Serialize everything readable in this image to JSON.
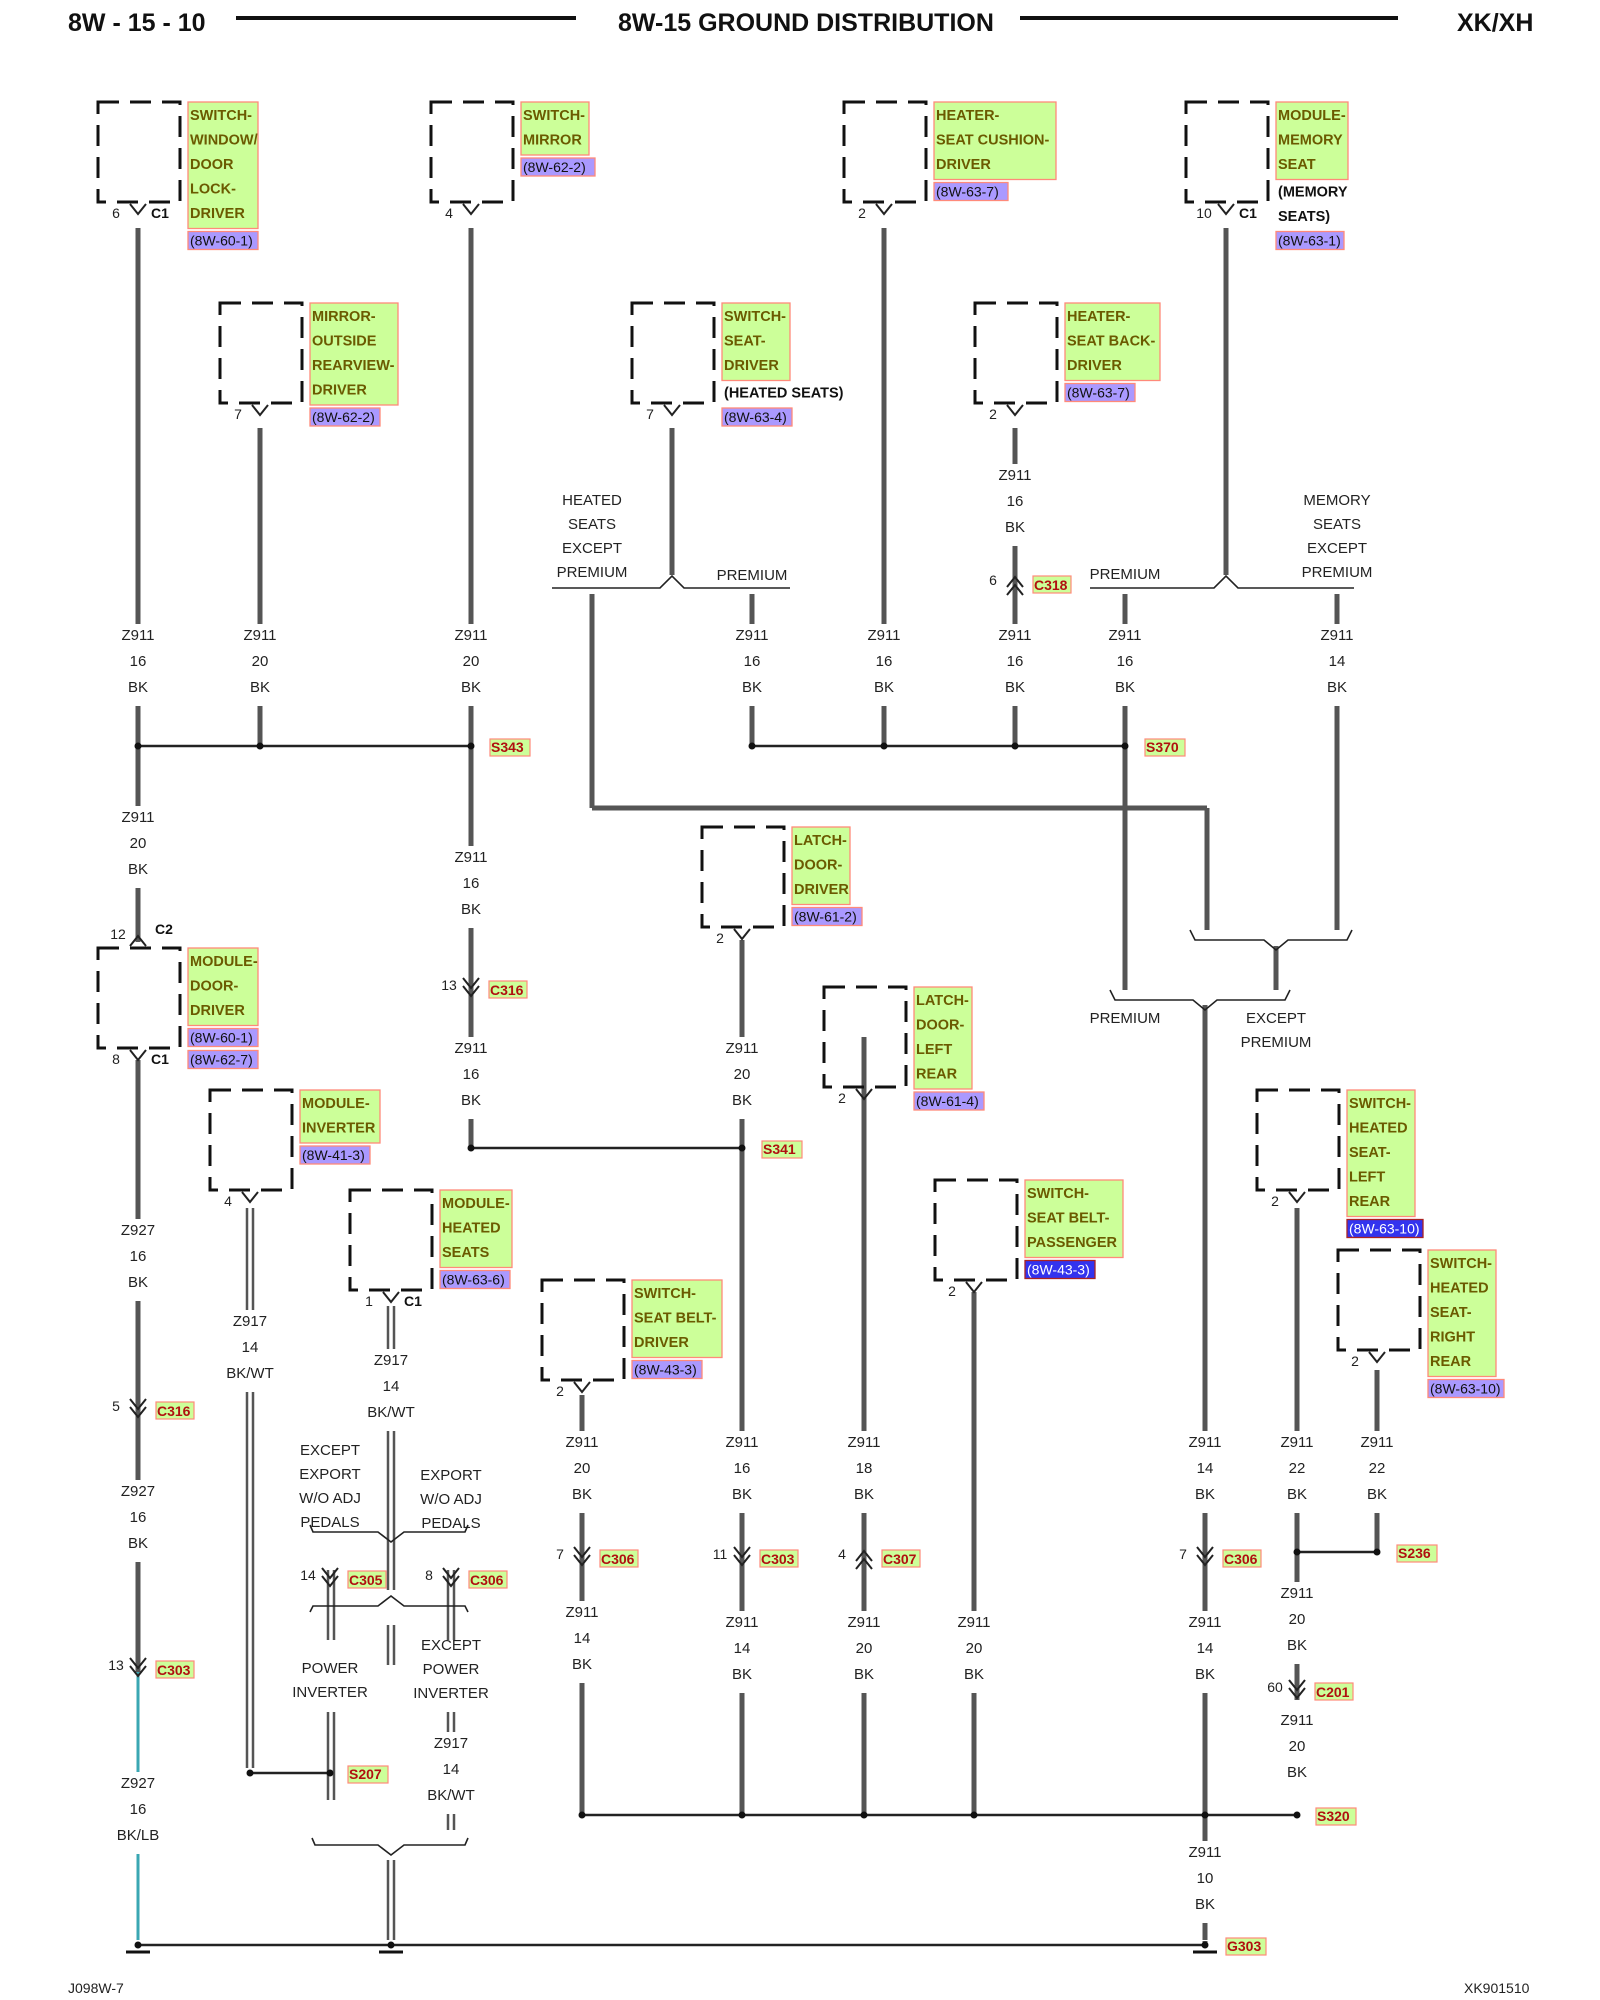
{
  "header": {
    "page_code": "8W - 15 - 10",
    "title": "8W-15 GROUND DISTRIBUTION",
    "model": "XK/XH"
  },
  "footer": {
    "left": "J098W-7",
    "right": "XK901510"
  },
  "components": [
    {
      "name": "switch-window-door-lock-driver",
      "lines": [
        "SWITCH-",
        "WINDOW/",
        "DOOR",
        "LOCK-",
        "DRIVER"
      ],
      "refs": [
        "(8W-60-1)"
      ],
      "pin": "6",
      "conn": "C1"
    },
    {
      "name": "switch-mirror",
      "lines": [
        "SWITCH-",
        "MIRROR"
      ],
      "refs": [
        "(8W-62-2)"
      ],
      "pin": "4"
    },
    {
      "name": "heater-seat-cushion-driver",
      "lines": [
        "HEATER-",
        "SEAT CUSHION-",
        "DRIVER"
      ],
      "refs": [
        "(8W-63-7)"
      ],
      "pin": "2"
    },
    {
      "name": "module-memory-seat",
      "lines": [
        "MODULE-",
        "MEMORY",
        "SEAT"
      ],
      "note": [
        "(MEMORY",
        "SEATS)"
      ],
      "refs": [
        "(8W-63-1)"
      ],
      "pin": "10",
      "conn": "C1"
    },
    {
      "name": "mirror-outside-rearview-driver",
      "lines": [
        "MIRROR-",
        "OUTSIDE",
        "REARVIEW-",
        "DRIVER"
      ],
      "refs": [
        "(8W-62-2)"
      ],
      "pin": "7"
    },
    {
      "name": "switch-seat-driver",
      "lines": [
        "SWITCH-",
        "SEAT-",
        "DRIVER"
      ],
      "note": [
        "(HEATED SEATS)"
      ],
      "refs": [
        "(8W-63-4)"
      ],
      "pin": "7"
    },
    {
      "name": "heater-seat-back-driver",
      "lines": [
        "HEATER-",
        "SEAT BACK-",
        "DRIVER"
      ],
      "refs": [
        "(8W-63-7)"
      ],
      "pin": "2"
    },
    {
      "name": "latch-door-driver",
      "lines": [
        "LATCH-",
        "DOOR-",
        "DRIVER"
      ],
      "refs": [
        "(8W-61-2)"
      ],
      "pin": "2"
    },
    {
      "name": "module-door-driver",
      "lines": [
        "MODULE-",
        "DOOR-",
        "DRIVER"
      ],
      "refs": [
        "(8W-60-1)",
        "(8W-62-7)"
      ],
      "pin_top": "12",
      "conn_top": "C2",
      "pin": "8",
      "conn": "C1"
    },
    {
      "name": "latch-door-left-rear",
      "lines": [
        "LATCH-",
        "DOOR-",
        "LEFT",
        "REAR"
      ],
      "refs": [
        "(8W-61-4)"
      ],
      "pin": "2"
    },
    {
      "name": "module-inverter",
      "lines": [
        "MODULE-",
        "INVERTER"
      ],
      "refs": [
        "(8W-41-3)"
      ],
      "pin": "4"
    },
    {
      "name": "switch-heated-seat-left-rear",
      "lines": [
        "SWITCH-",
        "HEATED",
        "SEAT-",
        "LEFT",
        "REAR"
      ],
      "refs": [
        "(8W-63-10)"
      ],
      "pin": "2"
    },
    {
      "name": "module-heated-seats",
      "lines": [
        "MODULE-",
        "HEATED",
        "SEATS"
      ],
      "refs": [
        "(8W-63-6)"
      ],
      "pin": "1",
      "conn": "C1"
    },
    {
      "name": "switch-seat-belt-passenger",
      "lines": [
        "SWITCH-",
        "SEAT BELT-",
        "PASSENGER"
      ],
      "refs": [
        "(8W-43-3)"
      ],
      "pin": "2"
    },
    {
      "name": "switch-heated-seat-right-rear",
      "lines": [
        "SWITCH-",
        "HEATED",
        "SEAT-",
        "RIGHT",
        "REAR"
      ],
      "refs": [
        "(8W-63-10)"
      ],
      "pin": "2"
    },
    {
      "name": "switch-seat-belt-driver",
      "lines": [
        "SWITCH-",
        "SEAT BELT-",
        "DRIVER"
      ],
      "refs": [
        "(8W-43-3)"
      ],
      "pin": "2"
    }
  ],
  "wires": [
    {
      "lines": [
        "Z911",
        "16",
        "BK"
      ]
    },
    {
      "lines": [
        "Z911",
        "20",
        "BK"
      ]
    },
    {
      "lines": [
        "Z911",
        "20",
        "BK"
      ]
    },
    {
      "lines": [
        "Z911",
        "16",
        "BK"
      ]
    },
    {
      "lines": [
        "Z911",
        "16",
        "BK"
      ]
    },
    {
      "lines": [
        "Z911",
        "16",
        "BK"
      ]
    },
    {
      "lines": [
        "Z911",
        "16",
        "BK"
      ]
    },
    {
      "lines": [
        "Z911",
        "16",
        "BK"
      ]
    },
    {
      "lines": [
        "Z911",
        "14",
        "BK"
      ]
    },
    {
      "lines": [
        "Z911",
        "20",
        "BK"
      ]
    },
    {
      "lines": [
        "Z911",
        "16",
        "BK"
      ]
    },
    {
      "lines": [
        "Z911",
        "16",
        "BK"
      ]
    },
    {
      "lines": [
        "Z911",
        "20",
        "BK"
      ]
    },
    {
      "lines": [
        "Z927",
        "16",
        "BK"
      ]
    },
    {
      "lines": [
        "Z917",
        "14",
        "BK/WT"
      ]
    },
    {
      "lines": [
        "Z917",
        "14",
        "BK/WT"
      ]
    },
    {
      "lines": [
        "Z927",
        "16",
        "BK"
      ]
    },
    {
      "lines": [
        "Z927",
        "16",
        "BK/LB"
      ]
    },
    {
      "lines": [
        "Z917",
        "14",
        "BK/WT"
      ]
    },
    {
      "lines": [
        "Z911",
        "20",
        "BK"
      ]
    },
    {
      "lines": [
        "Z911",
        "14",
        "BK"
      ]
    },
    {
      "lines": [
        "Z911",
        "16",
        "BK"
      ]
    },
    {
      "lines": [
        "Z911",
        "14",
        "BK"
      ]
    },
    {
      "lines": [
        "Z911",
        "18",
        "BK"
      ]
    },
    {
      "lines": [
        "Z911",
        "20",
        "BK"
      ]
    },
    {
      "lines": [
        "Z911",
        "20",
        "BK"
      ]
    },
    {
      "lines": [
        "Z911",
        "14",
        "BK"
      ]
    },
    {
      "lines": [
        "Z911",
        "14",
        "BK"
      ]
    },
    {
      "lines": [
        "Z911",
        "22",
        "BK"
      ]
    },
    {
      "lines": [
        "Z911",
        "22",
        "BK"
      ]
    },
    {
      "lines": [
        "Z911",
        "20",
        "BK"
      ]
    },
    {
      "lines": [
        "Z911",
        "20",
        "BK"
      ]
    },
    {
      "lines": [
        "Z911",
        "10",
        "BK"
      ]
    }
  ],
  "conditions": [
    {
      "lines": [
        "HEATED",
        "SEATS",
        "EXCEPT",
        "PREMIUM"
      ]
    },
    {
      "lines": [
        "PREMIUM"
      ]
    },
    {
      "lines": [
        "PREMIUM"
      ]
    },
    {
      "lines": [
        "MEMORY",
        "SEATS",
        "EXCEPT",
        "PREMIUM"
      ]
    },
    {
      "lines": [
        "PREMIUM"
      ]
    },
    {
      "lines": [
        "EXCEPT",
        "PREMIUM"
      ]
    },
    {
      "lines": [
        "EXCEPT",
        "EXPORT",
        "W/O ADJ",
        "PEDALS"
      ]
    },
    {
      "lines": [
        "EXPORT",
        "W/O ADJ",
        "PEDALS"
      ]
    },
    {
      "lines": [
        "POWER",
        "INVERTER"
      ]
    },
    {
      "lines": [
        "EXCEPT",
        "POWER",
        "INVERTER"
      ]
    }
  ],
  "splices": [
    "S343",
    "S370",
    "S341",
    "S207",
    "S236",
    "S320",
    "G303"
  ],
  "connectors": [
    {
      "id": "C318",
      "pin": "6"
    },
    {
      "id": "C316",
      "pin": "13"
    },
    {
      "id": "C316",
      "pin": "5"
    },
    {
      "id": "C303",
      "pin": "13"
    },
    {
      "id": "C305",
      "pin": "14"
    },
    {
      "id": "C306",
      "pin": "8"
    },
    {
      "id": "C306",
      "pin": "7"
    },
    {
      "id": "C303",
      "pin": "11"
    },
    {
      "id": "C307",
      "pin": "4"
    },
    {
      "id": "C306",
      "pin": "7"
    },
    {
      "id": "C201",
      "pin": "60"
    }
  ],
  "colors": {
    "label_fill": "#ccff99",
    "label_border": "#ff8a7a",
    "ref_fill": "#aa99ff",
    "wire": "#555555",
    "splice_text": "#b01010"
  }
}
